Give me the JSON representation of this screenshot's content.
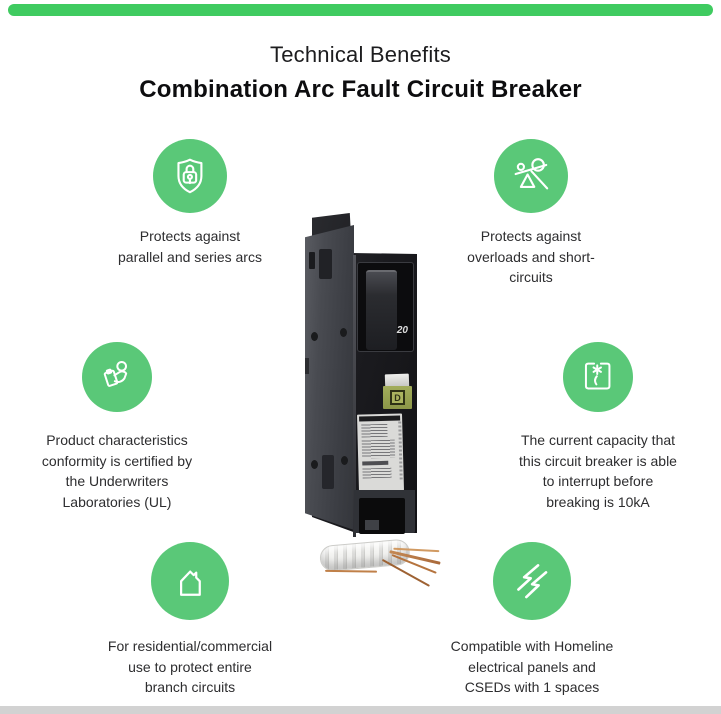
{
  "page": {
    "background": "#ffffff",
    "top_bar_color": "#3fcb60",
    "bottom_bar_color": "#d2d2d2",
    "icon_circle_color": "#5ac878",
    "icon_glyph_color": "#ffffff",
    "text_color": "#2d2d2f"
  },
  "header": {
    "title": "Technical Benefits",
    "subtitle": "Combination Arc Fault Circuit Breaker"
  },
  "benefits": [
    {
      "icon": "shield-lock-icon",
      "text": "Protects against\nparallel and series arcs"
    },
    {
      "icon": "overload-balance-icon",
      "text": "Protects against\noverloads and short-\ncircuits"
    },
    {
      "icon": "certification-clipboard-icon",
      "text": "Product characteristics\nconformity is certified by\nthe Underwriters\nLaboratories (UL)"
    },
    {
      "icon": "breaker-trip-symbol-icon",
      "text": "The current capacity that\nthis circuit breaker is able\nto interrupt before\nbreaking is 10kA"
    },
    {
      "icon": "house-icon",
      "text": "For residential/commercial\nuse to protect entire\nbranch circuits"
    },
    {
      "icon": "double-lightning-icon",
      "text": "Compatible with Homeline\nelectrical panels and\nCSEDs with 1 spaces"
    }
  ],
  "product": {
    "toggle_amp_label": "20",
    "brand_logo_letter": "D"
  }
}
